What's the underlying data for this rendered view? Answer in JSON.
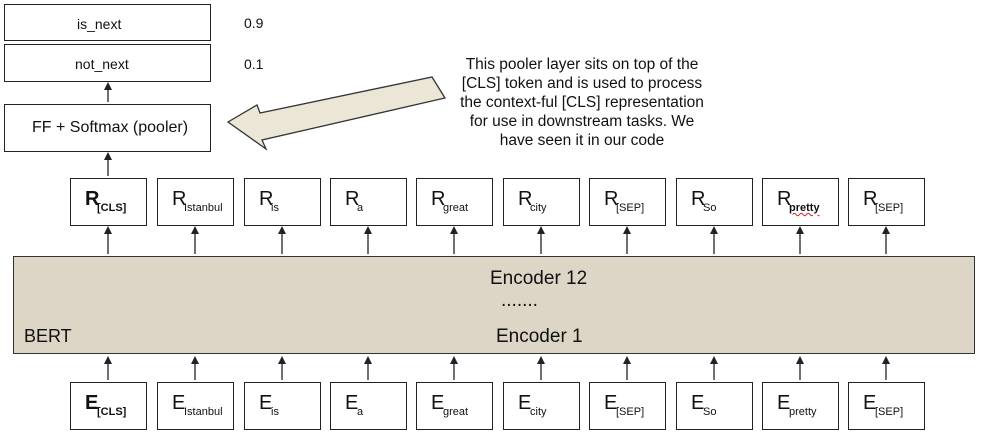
{
  "output": {
    "rows": [
      {
        "label": "is_next",
        "value": "0.9"
      },
      {
        "label": "not_next",
        "value": "0.1"
      }
    ]
  },
  "pooler": {
    "label": "FF + Softmax (pooler)"
  },
  "annotation": {
    "lines": [
      "This pooler layer sits on top of the",
      "[CLS] token and is used to process",
      "the context-ful [CLS] representation",
      "for use in downstream tasks. We",
      "have seen it in our code"
    ]
  },
  "representations": [
    {
      "main": "R",
      "sub": "[CLS]"
    },
    {
      "main": "R",
      "sub": "Istanbul"
    },
    {
      "main": "R",
      "sub": "is"
    },
    {
      "main": "R",
      "sub": "a"
    },
    {
      "main": "R",
      "sub": "great"
    },
    {
      "main": "R",
      "sub": "city"
    },
    {
      "main": "R",
      "sub": "[SEP]"
    },
    {
      "main": "R",
      "sub": "So"
    },
    {
      "main": "R",
      "sub": "pretty"
    },
    {
      "main": "R",
      "sub": "[SEP]"
    }
  ],
  "encoder": {
    "top_label": "Encoder 12",
    "dots": ".......",
    "bottom_label": "Encoder 1",
    "model_label": "BERT"
  },
  "embeddings": [
    {
      "main": "E",
      "sub": "[CLS]"
    },
    {
      "main": "E",
      "sub": "Istanbul"
    },
    {
      "main": "E",
      "sub": "is"
    },
    {
      "main": "E",
      "sub": "a"
    },
    {
      "main": "E",
      "sub": "great"
    },
    {
      "main": "E",
      "sub": "city"
    },
    {
      "main": "E",
      "sub": "[SEP]"
    },
    {
      "main": "E",
      "sub": "So"
    },
    {
      "main": "E",
      "sub": "pretty"
    },
    {
      "main": "E",
      "sub": "[SEP]"
    }
  ],
  "colors": {
    "encoder_fill": "#ddd5c5",
    "big_arrow_fill": "#ece6d6"
  }
}
